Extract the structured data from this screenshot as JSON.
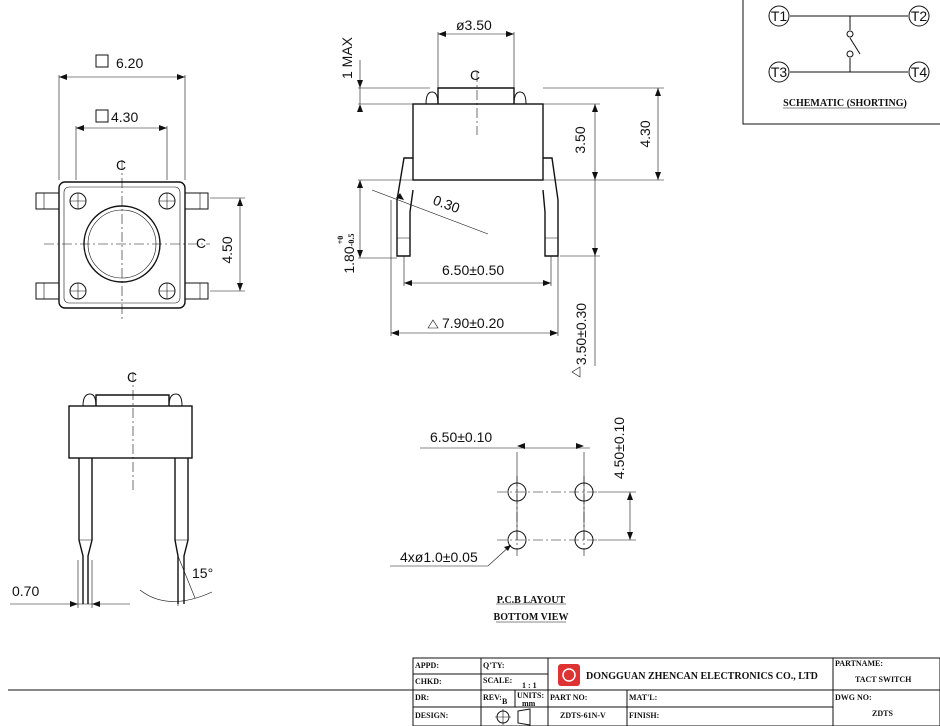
{
  "top_view": {
    "dim_outer": "6.20",
    "dim_inner": "4.30",
    "dim_height": "4.50",
    "centerline": "C"
  },
  "side_view": {
    "dim_cap_dia": "ø3.50",
    "dim_max": "1 MAX",
    "dim_body_h": "3.50",
    "dim_total_h": "4.30",
    "dim_lead_thk": "0.30",
    "dim_lead_len": "1.80",
    "dim_lead_tol_plus": "+0",
    "dim_lead_tol_minus": "-0.5",
    "dim_pitch": "6.50±0.50",
    "dim_span": "7.90±0.20",
    "dim_pin_len": "3.50±0.30",
    "centerline": "C"
  },
  "front_view": {
    "dim_lead_w": "0.70",
    "dim_angle": "15°",
    "centerline": "C"
  },
  "pcb_layout": {
    "dim_x": "6.50±0.10",
    "dim_y": "4.50±0.10",
    "dim_holes": "4xø1.0±0.05",
    "title_line1": "P.C.B LAYOUT",
    "title_line2": "BOTTOM VIEW"
  },
  "schematic": {
    "t1": "T1",
    "t2": "T2",
    "t3": "T3",
    "t4": "T4",
    "caption": "SCHEMATIC (SHORTING)"
  },
  "title_block": {
    "appd_label": "APPD:",
    "chkd_label": "CHKD:",
    "dr_label": "DR:",
    "design_label": "DESIGN:",
    "qty_label": "Q'TY:",
    "scale_label": "SCALE:",
    "scale_value": "1 : 1",
    "rev_label": "REV:",
    "rev_value": "B",
    "units_label": "UNITS:",
    "units_value": "mm",
    "company": "DONGGUAN ZHENCAN ELECTRONICS CO., LTD",
    "partno_label": "PART NO:",
    "partno_value": "ZDTS-61N-V",
    "matl_label": "MAT'L:",
    "finish_label": "FINISH:",
    "partname_label": "PARTNAME:",
    "partname_value": "TACT SWITCH",
    "dwgno_label": "DWG NO:",
    "dwgno_value": "ZDTS"
  }
}
